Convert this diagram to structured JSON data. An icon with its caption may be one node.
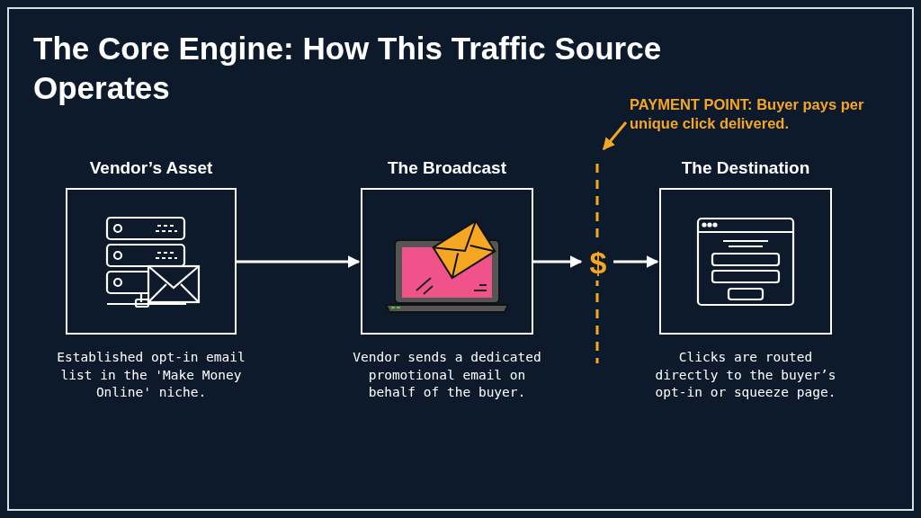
{
  "diagram": {
    "title": "The Core Engine: How This Traffic Source Operates",
    "nodes": [
      {
        "text": [
          "Vendor’s Asset"
        ],
        "beside": [
          "Established opt-in email list in the 'Make Money Online' niche."
        ]
      },
      {
        "text": [
          "The Broadcast"
        ],
        "beside": [
          "Vendor sends a dedicated promotional email on behalf of the buyer."
        ]
      },
      {
        "text": [
          "$"
        ]
      },
      {
        "text": [
          "The Destination"
        ],
        "beside": [
          "Clicks are routed directly to the buyer’s opt-in or squeeze page."
        ]
      },
      {
        "text": [
          "PAYMENT POINT: Buyer pays per unique click delivered."
        ]
      }
    ],
    "edges": [
      {
        "from": 0,
        "to": 1,
        "arrow": "to"
      },
      {
        "from": 1,
        "to": 2,
        "arrow": "to"
      },
      {
        "from": 2,
        "to": 3,
        "arrow": "to"
      },
      {
        "from": 4,
        "to": null,
        "arrow": "to",
        "color": "#f5a623"
      }
    ]
  }
}
